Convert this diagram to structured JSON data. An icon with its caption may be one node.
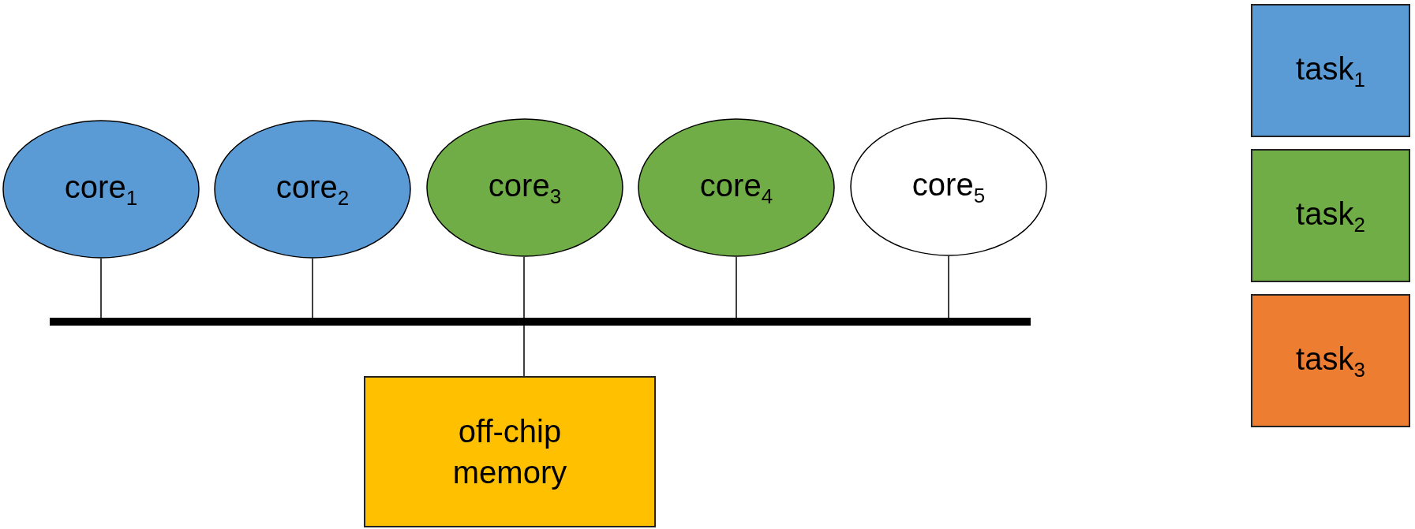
{
  "diagram": {
    "nodes": [
      {
        "text": [
          "core$_{1}$"
        ]
      },
      {
        "text": [
          "core$_{2}$"
        ]
      },
      {
        "text": [
          "core$_{3}$"
        ]
      },
      {
        "text": [
          "core$_{4}$"
        ]
      },
      {
        "text": [
          "core$_{5}$"
        ]
      },
      {
        "text": [],
        "shape": "bar"
      },
      {
        "text": [
          "off-chip memory"
        ]
      }
    ],
    "edges": [
      {
        "from": 0,
        "to": 5,
        "arrow": "none"
      },
      {
        "from": 1,
        "to": 5,
        "arrow": "none"
      },
      {
        "from": 2,
        "to": 5,
        "arrow": "none"
      },
      {
        "from": 3,
        "to": 5,
        "arrow": "none"
      },
      {
        "from": 4,
        "to": 5,
        "arrow": "none"
      },
      {
        "from": 5,
        "to": 6,
        "arrow": "none"
      }
    ],
    "legend": [
      {
        "text": "task$_{1}$",
        "color": "#5b9bd5"
      },
      {
        "text": "task$_{2}$",
        "color": "#70ad47"
      },
      {
        "text": "task$_{3}$",
        "color": "#ed7d31"
      }
    ]
  }
}
